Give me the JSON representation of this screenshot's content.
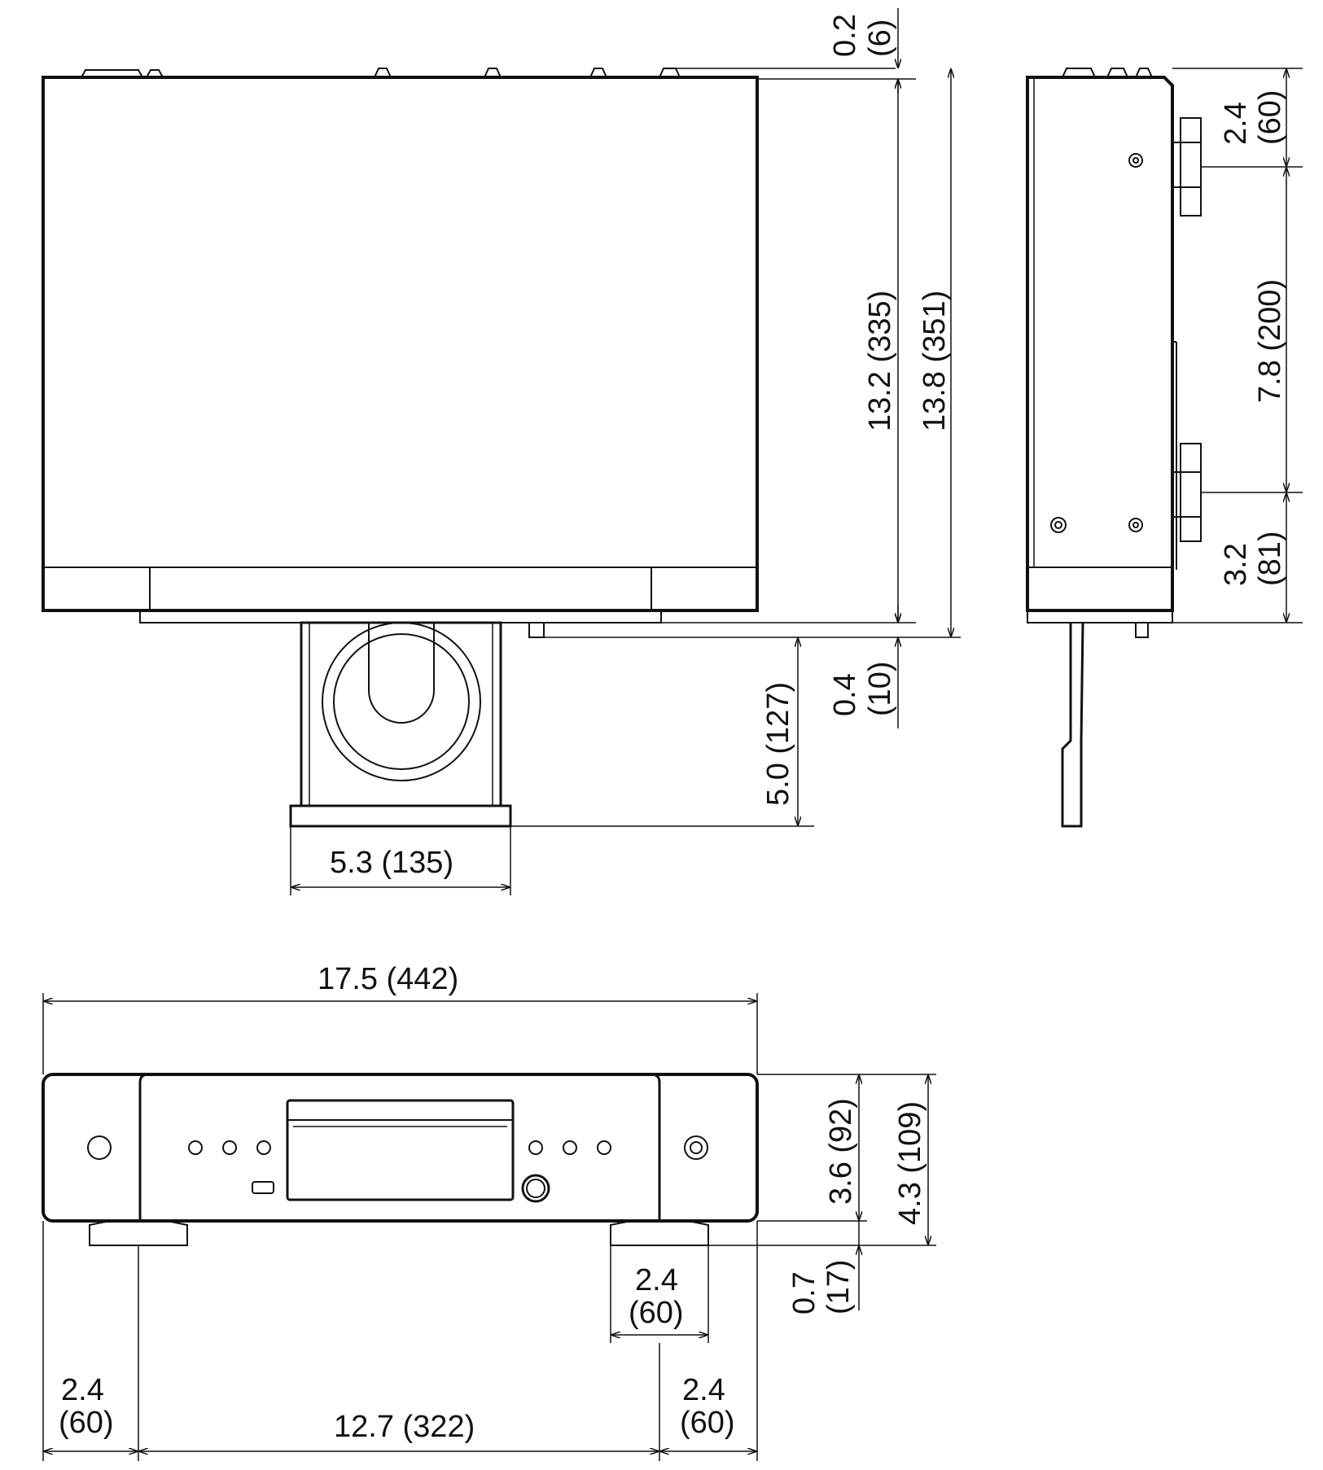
{
  "diagram": {
    "top_view": {
      "depth_body": "13.2 (335)",
      "depth_total": "13.8 (351)",
      "top_protrusion_in": "0.2",
      "top_protrusion_mm": "(6)",
      "front_protrusion_in": "0.4",
      "front_protrusion_mm": "(10)",
      "tray_depth": "5.0 (127)",
      "tray_width": "5.3 (135)"
    },
    "side_view": {
      "foot_rear_in": "2.4",
      "foot_rear_mm": "(60)",
      "foot_spacing": "7.8 (200)",
      "foot_front_in": "3.2",
      "foot_front_mm": "(81)"
    },
    "front_view": {
      "width": "17.5 (442)",
      "height_body": "3.6 (92)",
      "height_total": "4.3 (109)",
      "foot_height_in": "0.7",
      "foot_height_mm": "(17)",
      "foot_width_in": "2.4",
      "foot_width_mm": "(60)",
      "left_inset_in": "2.4",
      "left_inset_mm": "(60)",
      "foot_spacing": "12.7 (322)",
      "right_inset_in": "2.4",
      "right_inset_mm": "(60)"
    }
  }
}
